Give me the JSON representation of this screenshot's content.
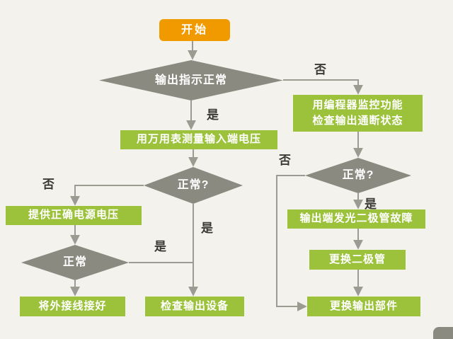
{
  "flowchart": {
    "start": {
      "label": "开始"
    },
    "decisions": {
      "output_indicator_normal": {
        "label": "输出指示正常"
      },
      "input_voltage_normal": {
        "label": "正常?"
      },
      "power_normal": {
        "label": "正常"
      },
      "output_state_normal": {
        "label": "正常?"
      }
    },
    "processes": {
      "measure_input_voltage": {
        "label": "用万用表测量输入端电压"
      },
      "provide_correct_voltage": {
        "label": "提供正确电源电压"
      },
      "fix_external_wiring": {
        "label": "将外接线接好"
      },
      "check_output_device": {
        "label": "检查输出设备"
      },
      "programmer_monitor": {
        "line1": "用编程器监控功能",
        "line2": "检查输出通断状态"
      },
      "output_led_fault": {
        "label": "输出端发光二极管故障"
      },
      "replace_diode": {
        "label": "更换二极管"
      },
      "replace_output_part": {
        "label": "更换输出部件"
      }
    },
    "labels": {
      "yes": "是",
      "no": "否"
    },
    "colors": {
      "start": "#F09A00",
      "process": "#9CC23C",
      "decision": "#8B8A80",
      "line": "#9B9B92",
      "label": "#3A3A33",
      "bg": "#F3F2EC"
    }
  }
}
